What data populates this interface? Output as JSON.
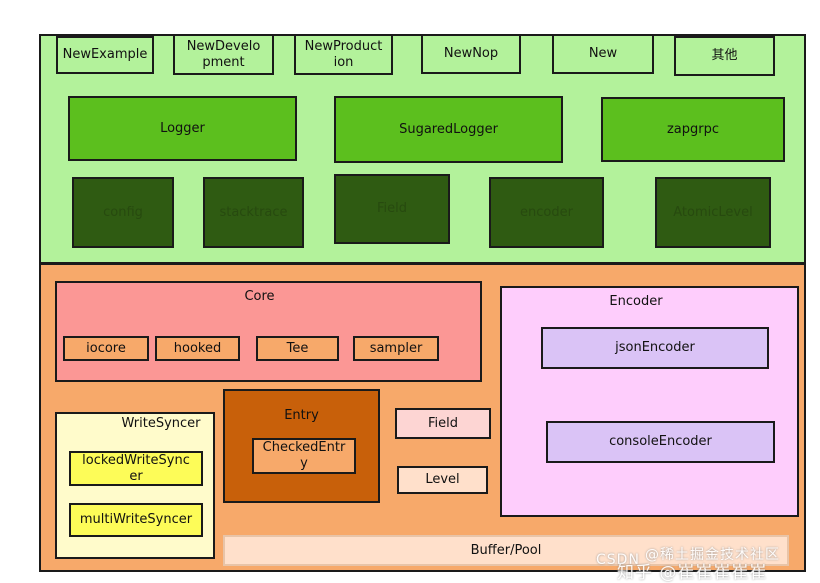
{
  "constructors": [
    "NewExample",
    "NewDevelo\npment",
    "NewProduct\nion",
    "NewNop",
    "New",
    "其他"
  ],
  "loggers": [
    "Logger",
    "SugaredLogger",
    "zapgrpc"
  ],
  "components": [
    "config",
    "stacktrace",
    "Field",
    "encoder",
    "AtomicLevel"
  ],
  "core": {
    "title": "Core",
    "items": [
      "iocore",
      "hooked",
      "Tee",
      "sampler"
    ]
  },
  "encoder": {
    "title": "Encoder",
    "items": [
      "jsonEncoder",
      "consoleEncoder"
    ]
  },
  "writesyncer": {
    "title": "WriteSyncer",
    "items": [
      "lockedWriteSync\ner",
      "multiWriteSyncer"
    ]
  },
  "entry": {
    "title": "Entry",
    "item": "CheckedEntr\ny"
  },
  "field": "Field",
  "level": "Level",
  "buffer": "Buffer/Pool",
  "watermarks": [
    "CSDN",
    "@稀土掘金技术社区",
    "知乎 @崔崔崔崔崔"
  ],
  "colors": {
    "top_background": "#b3f29b",
    "logger_green": "#5cbf1e",
    "component_dark_green": "#2f5b12",
    "bottom_orange": "#f7a96a",
    "core_pink": "#fb9795",
    "encoder_lilac": "#fecdfc",
    "entry_brown": "#c8600a",
    "writesyncer_yellow": "#fdfc58"
  }
}
